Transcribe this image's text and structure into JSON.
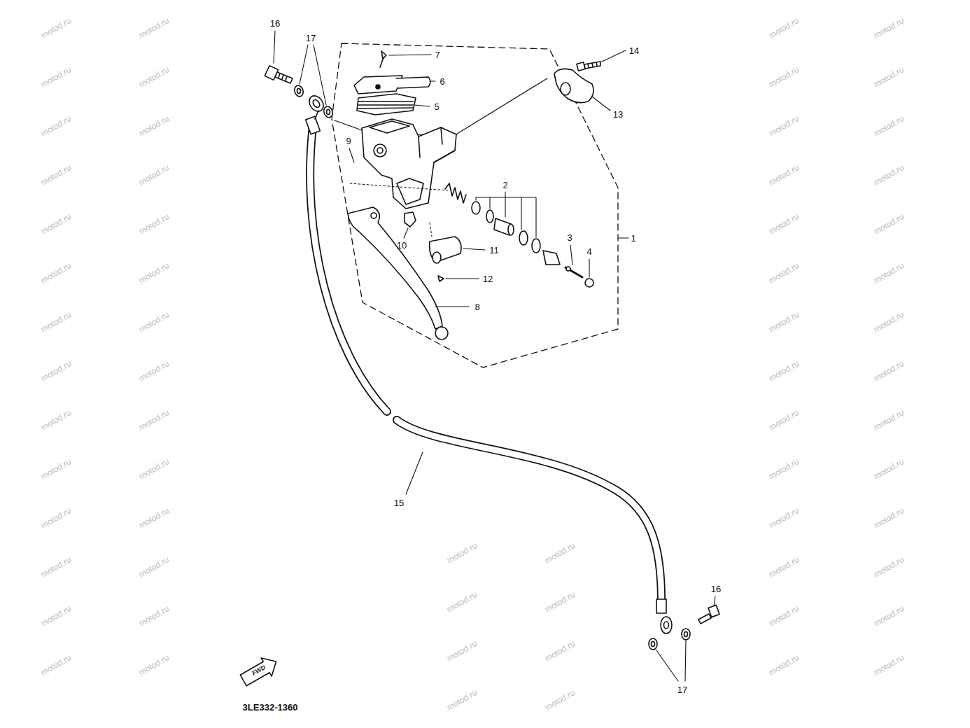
{
  "diagram": {
    "labels": [
      "16",
      "17",
      "7",
      "6",
      "5",
      "14",
      "13",
      "9",
      "2",
      "3",
      "4",
      "1",
      "10",
      "11",
      "12",
      "8",
      "15",
      "16",
      "17",
      "FWD",
      "3LE332-1360",
      "motod.ru",
      "motod.ru",
      "motod.ru",
      "motod.ru",
      "motod.ru",
      "motod.ru",
      "motod.ru",
      "motod.ru",
      "motod.ru",
      "motod.ru",
      "motod.ru",
      "motod.ru",
      "motod.ru",
      "motod.ru",
      "motod.ru",
      "motod.ru",
      "motod.ru",
      "motod.ru",
      "motod.ru",
      "motod.ru",
      "motod.ru",
      "motod.ru",
      "motod.ru",
      "motod.ru",
      "motod.ru",
      "motod.ru",
      "motod.ru",
      "motod.ru",
      "motod.ru",
      "motod.ru",
      "motod.ru",
      "motod.ru",
      "motod.ru",
      "motod.ru",
      "motod.ru",
      "motod.ru",
      "motod.ru",
      "motod.ru",
      "motod.ru",
      "motod.ru",
      "motod.ru",
      "motod.ru",
      "motod.ru",
      "motod.ru",
      "motod.ru",
      "motod.ru",
      "motod.ru",
      "motod.ru",
      "motod.ru",
      "motod.ru",
      "motod.ru",
      "motod.ru",
      "motod.ru",
      "motod.ru",
      "motod.ru",
      "motod.ru",
      "motod.ru",
      "motod.ru",
      "motod.ru",
      "motod.ru",
      "motod.ru",
      "motod.ru",
      "motod.ru",
      "motod.ru"
    ]
  }
}
